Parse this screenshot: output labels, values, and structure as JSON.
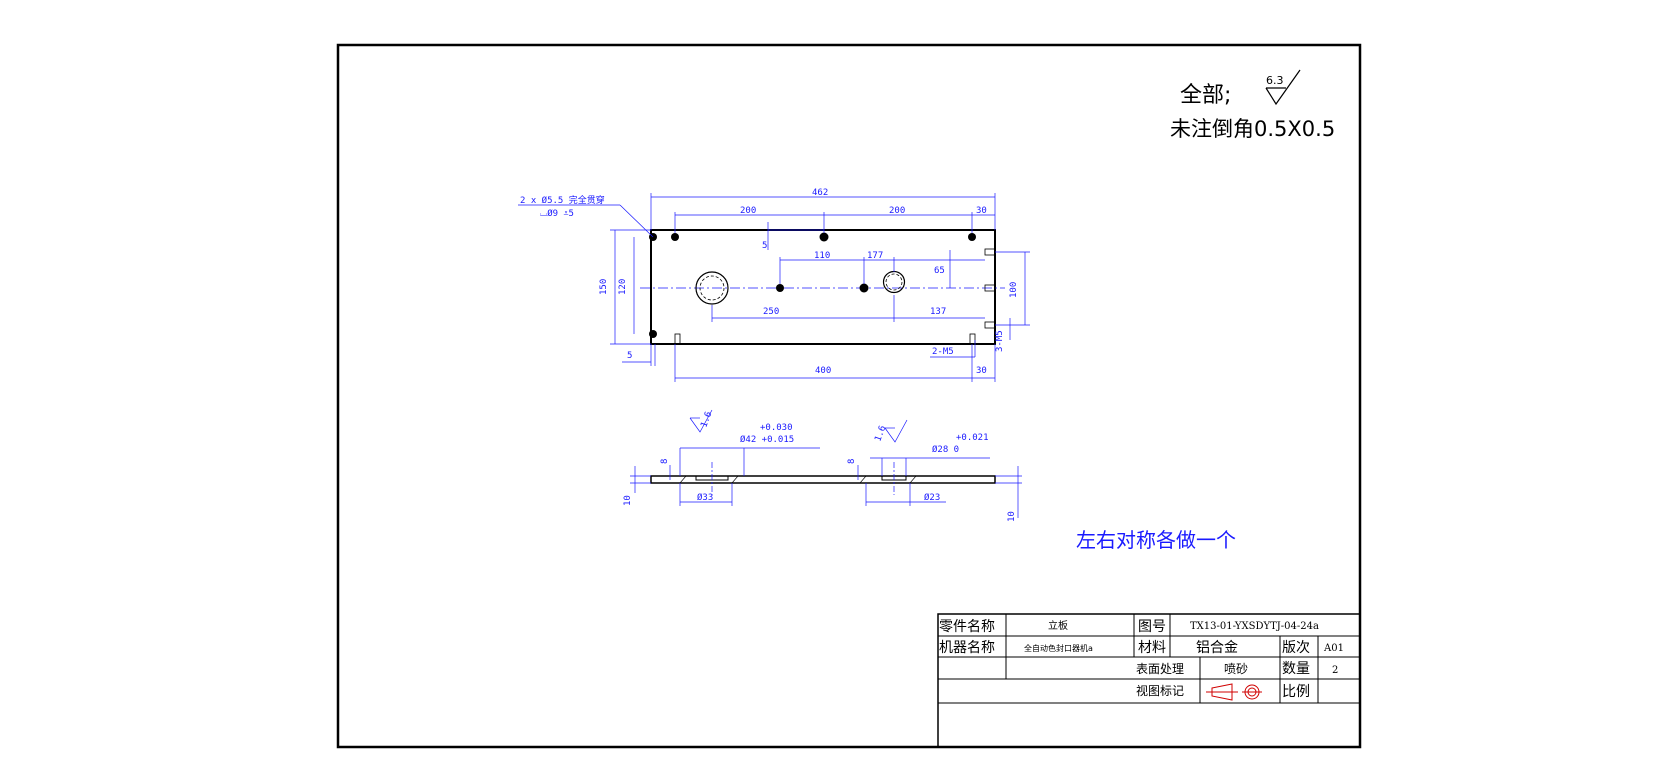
{
  "notes": {
    "roughness_prefix": "全部;",
    "roughness_value": "6.3",
    "chamfer_note": "未注倒角0.5X0.5",
    "symmetric_note": "左右对称各做一个"
  },
  "top_view": {
    "hole_callout_1": "2 x Ø5.5 完全贯穿",
    "hole_callout_2": "⌴Ø9 ⩡5",
    "dim_total": "462",
    "dim_200a": "200",
    "dim_200b": "200",
    "dim_30_top": "30",
    "dim_5_small": "5",
    "dim_110": "110",
    "dim_177": "177",
    "dim_65": "65",
    "dim_150": "150",
    "dim_120": "120",
    "dim_100": "100",
    "dim_250": "250",
    "dim_137": "137",
    "dim_5_left": "5",
    "dim_2M5": "2-M5",
    "dim_3M5": "3-M5",
    "dim_400": "400",
    "dim_30_bot": "30"
  },
  "side_view": {
    "rough_1": "1.6",
    "rough_2": "1.6",
    "tol_42_upper": "+0.030",
    "tol_42_main": "Ø42 +0.015",
    "tol_28_upper": "+0.021",
    "tol_28_main": "Ø28  0",
    "dim_8a": "8",
    "dim_8b": "8",
    "dim_10_left": "10",
    "dim_10_right": "10",
    "dim_33": "Ø33",
    "dim_23": "Ø23"
  },
  "title_block": {
    "part_name_label": "零件名称",
    "part_name_value": "立板",
    "drawing_no_label": "图号",
    "drawing_no_value": "TX13-01-YXSDYTJ-04-24a",
    "machine_name_label": "机器名称",
    "machine_name_value": "全自动色封口器机a",
    "material_label": "材料",
    "material_value": "铝合金",
    "version_label": "版次",
    "version_value": "A01",
    "surface_label": "表面处理",
    "surface_value": "喷砂",
    "quantity_label": "数量",
    "quantity_value": "2",
    "view_label": "视图标记",
    "scale_label": "比例",
    "scale_value": ""
  },
  "colors": {
    "outline": "#000000",
    "dimension": "#1a1aff"
  }
}
